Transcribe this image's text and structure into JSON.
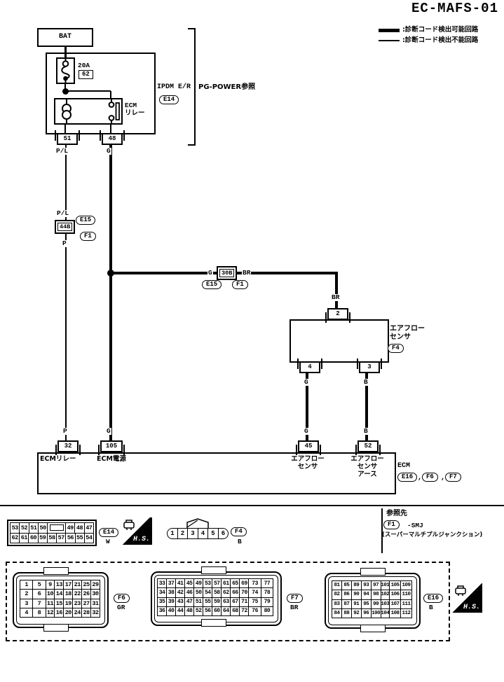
{
  "title": "EC-MAFS-01",
  "legend": {
    "detectable": ":診断コード検出可能回路",
    "undetectable": ":診断コード検出不能回路"
  },
  "power": {
    "bat": "BAT",
    "fuse_rating": "20A",
    "fuse_no": "62",
    "relay_name_1": "ECM",
    "relay_name_2": "リレー",
    "module": "IPDM E/R",
    "module_conn": "E14",
    "ref": "PG-POWER参照",
    "term_51": "51",
    "term_48": "48",
    "wire_pl": "P/L",
    "wire_g": "G"
  },
  "joint": {
    "wire_above": "P/L",
    "box": "44B",
    "conn_a": "E15",
    "conn_b": "F1",
    "wire_below": "P"
  },
  "branch": {
    "wire_left": "G",
    "box": "30B",
    "wire_right": "BR",
    "conn_a": "E15",
    "conn_b": "F1"
  },
  "maf": {
    "wire_in": "BR",
    "term_2": "2",
    "name_1": "エアフロー",
    "name_2": "センサ",
    "conn": "F4",
    "term_4": "4",
    "term_3": "3",
    "wire_4a": "G",
    "wire_3a": "B",
    "wire_4b": "G",
    "wire_3b": "B"
  },
  "ecm": {
    "wire_p": "P",
    "wire_g": "G",
    "term_32": "32",
    "term_105": "105",
    "term_45": "45",
    "term_52": "52",
    "label_32": "ECMリレー",
    "label_105": "ECM電源",
    "label_45_1": "エアフロー",
    "label_45_2": "センサ",
    "label_52_1": "エアフロー",
    "label_52_2": "センサ",
    "label_52_3": "アース",
    "name": "ECM",
    "conn_1": "E16",
    "conn_2": "F6",
    "conn_3": "F7",
    "comma": ","
  },
  "footer": {
    "hs": "H.S.",
    "e14": {
      "label": "E14",
      "color": "W",
      "rows": [
        [
          "53",
          "52",
          "51",
          "50",
          "",
          "49",
          "48",
          "47"
        ],
        [
          "62",
          "61",
          "60",
          "59",
          "58",
          "57",
          "56",
          "55",
          "54"
        ]
      ]
    },
    "f4": {
      "label": "F4",
      "color": "B",
      "rows": [
        [
          "1",
          "2",
          "3",
          "4",
          "5",
          "6"
        ]
      ]
    },
    "ref": {
      "title": "参照先",
      "conn": "F1",
      "name": "-SMJ",
      "desc": "(スーパーマルチプルジャンクション)"
    },
    "f6": {
      "label": "F6",
      "color": "GR",
      "rows": [
        [
          "1",
          "5",
          "9",
          "13",
          "17",
          "21",
          "25",
          "29"
        ],
        [
          "2",
          "6",
          "10",
          "14",
          "18",
          "22",
          "26",
          "30"
        ],
        [
          "3",
          "7",
          "11",
          "15",
          "19",
          "23",
          "27",
          "31"
        ],
        [
          "4",
          "8",
          "12",
          "16",
          "20",
          "24",
          "28",
          "32"
        ]
      ]
    },
    "f7": {
      "label": "F7",
      "color": "BR",
      "rows": [
        [
          "33",
          "37",
          "41",
          "45",
          "49",
          "53",
          "57",
          "61",
          "65",
          "69",
          "73",
          "77"
        ],
        [
          "34",
          "38",
          "42",
          "46",
          "50",
          "54",
          "58",
          "62",
          "66",
          "70",
          "74",
          "78"
        ],
        [
          "35",
          "39",
          "43",
          "47",
          "51",
          "55",
          "59",
          "63",
          "67",
          "71",
          "75",
          "79"
        ],
        [
          "36",
          "40",
          "44",
          "48",
          "52",
          "56",
          "60",
          "64",
          "68",
          "72",
          "76",
          "80"
        ]
      ]
    },
    "e16": {
      "label": "E16",
      "color": "B",
      "rows": [
        [
          "81",
          "85",
          "89",
          "93",
          "97",
          "101",
          "105",
          "109"
        ],
        [
          "82",
          "86",
          "90",
          "94",
          "98",
          "102",
          "106",
          "110"
        ],
        [
          "83",
          "87",
          "91",
          "95",
          "99",
          "103",
          "107",
          "111"
        ],
        [
          "84",
          "88",
          "92",
          "96",
          "100",
          "104",
          "108",
          "112"
        ]
      ]
    }
  },
  "colors": {
    "line": "#000000",
    "bg": "#ffffff"
  }
}
